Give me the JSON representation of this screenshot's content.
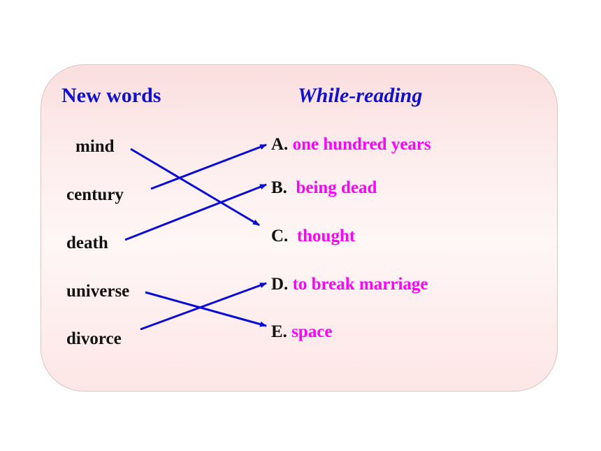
{
  "headings": {
    "left": "New words",
    "right": "While-reading"
  },
  "words": [
    "mind",
    "century",
    "death",
    "universe",
    "divorce"
  ],
  "meanings": [
    {
      "letter": "A.",
      "text": "one hundred years"
    },
    {
      "letter": "B.",
      "text": "being dead"
    },
    {
      "letter": "C.",
      "text": "thought"
    },
    {
      "letter": "D.",
      "text": "to break marriage"
    },
    {
      "letter": "E.",
      "text": "space"
    }
  ],
  "matches": [
    {
      "word": "mind",
      "meaning": "C."
    },
    {
      "word": "century",
      "meaning": "A."
    },
    {
      "word": "death",
      "meaning": "B."
    },
    {
      "word": "universe",
      "meaning": "E."
    },
    {
      "word": "divorce",
      "meaning": "D."
    }
  ],
  "colors": {
    "heading": "#1010d0",
    "word": "#111111",
    "meaning_text": "#ff00ff",
    "line": "#0a0ad8",
    "panel_border": "#d9c4c4"
  }
}
